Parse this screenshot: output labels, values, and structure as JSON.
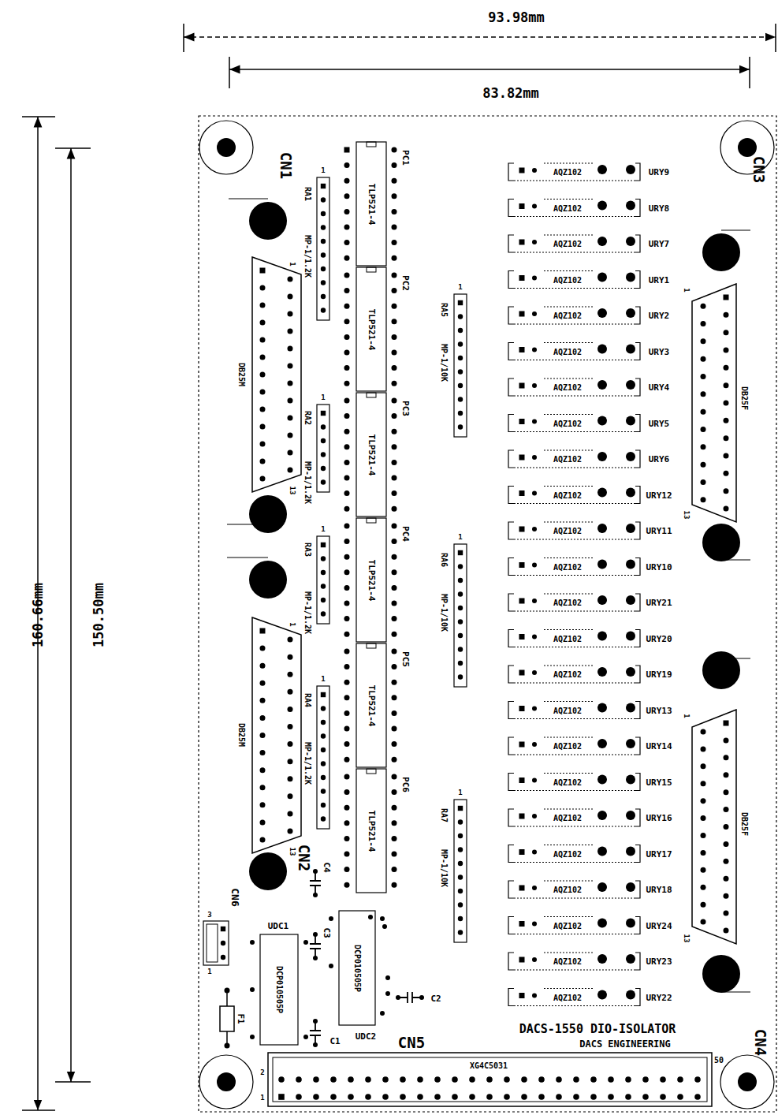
{
  "diagram": {
    "labels": [
      "93.98mm",
      "83.82mm",
      "160.66mm",
      "150.50mm",
      "CN1",
      "CN2",
      "CN3",
      "CN4",
      "CN5",
      "CN6",
      "PC1",
      "PC2",
      "PC3",
      "PC4",
      "PC5",
      "PC6",
      "TLP521-4",
      "TLP521-4",
      "TLP521-4",
      "TLP521-4",
      "TLP521-4",
      "TLP521-4",
      "RA1",
      "MP-1/1.2K",
      "RA2",
      "MP-1/1.2K",
      "RA3",
      "MP-1/1.2K",
      "RA4",
      "MP-1/1.2K",
      "RA5",
      "MP-1/10K",
      "RA6",
      "MP-1/10K",
      "RA7",
      "MP-1/10K",
      "DB25M",
      "DB25M",
      "DB25F",
      "DB25F",
      "AQZ102",
      "AQZ102",
      "AQZ102",
      "AQZ102",
      "AQZ102",
      "AQZ102",
      "AQZ102",
      "AQZ102",
      "AQZ102",
      "AQZ102",
      "AQZ102",
      "AQZ102",
      "AQZ102",
      "AQZ102",
      "AQZ102",
      "AQZ102",
      "AQZ102",
      "AQZ102",
      "AQZ102",
      "AQZ102",
      "AQZ102",
      "AQZ102",
      "AQZ102",
      "AQZ102",
      "URY9",
      "URY8",
      "URY7",
      "URY1",
      "URY2",
      "URY3",
      "URY4",
      "URY5",
      "URY6",
      "URY12",
      "URY11",
      "URY10",
      "URY21",
      "URY20",
      "URY19",
      "URY13",
      "URY14",
      "URY15",
      "URY16",
      "URY17",
      "URY18",
      "URY24",
      "URY23",
      "URY22",
      "UDC1",
      "DCP010505P",
      "UDC2",
      "DCP010505P",
      "C1",
      "C2",
      "C3",
      "C4",
      "F1",
      "XG4C5031",
      "DACS-1550 DIO-ISOLATOR",
      "DACS ENGINEERING",
      "50",
      "1",
      "1",
      "1",
      "1",
      "1",
      "1",
      "1",
      "1",
      "13",
      "1",
      "13",
      "1",
      "13",
      "1",
      "13",
      "2",
      "1",
      "3",
      "1"
    ]
  }
}
